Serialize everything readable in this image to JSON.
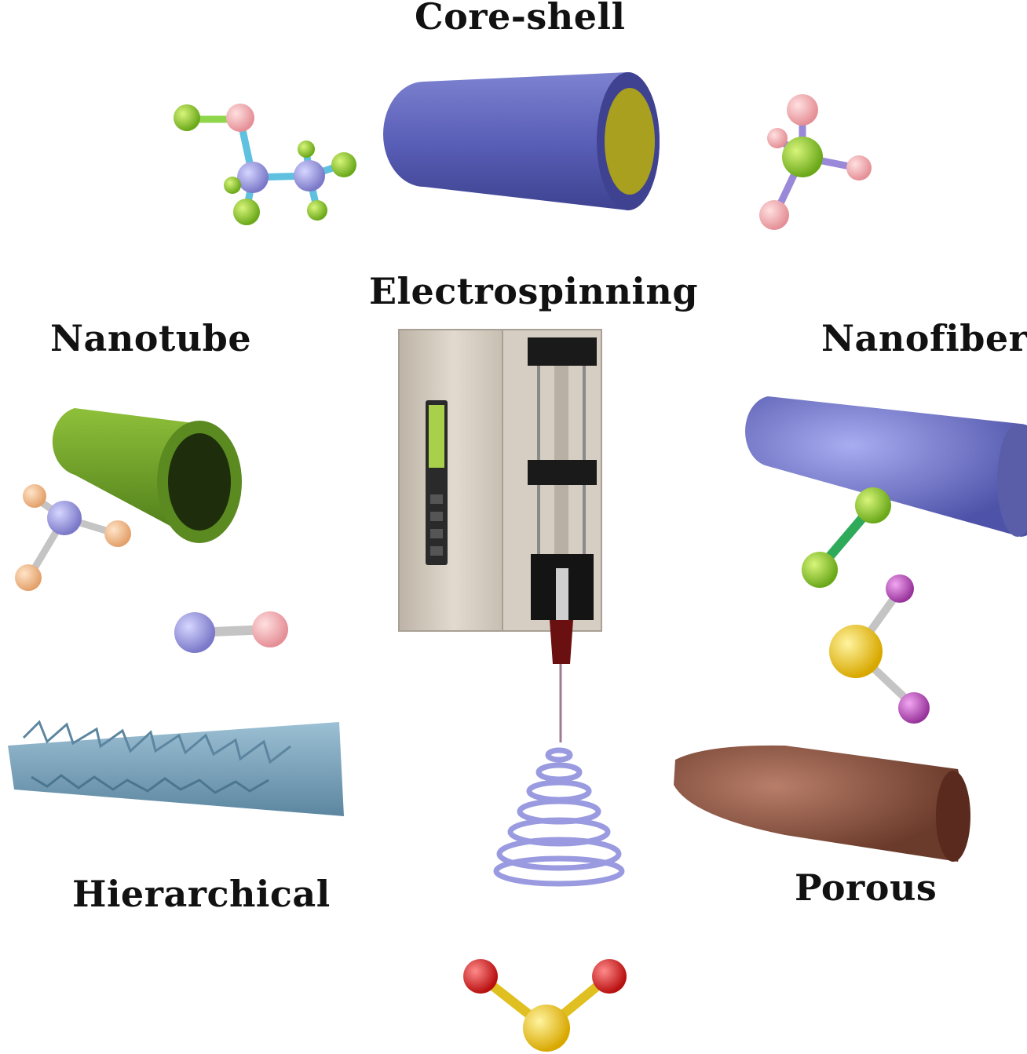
{
  "labels": {
    "core_shell": "Core-shell",
    "electrospinning": "Electrospinning",
    "nanotube": "Nanotube",
    "nanofiber": "Nanofiber",
    "hierarchical": "Hierarchical",
    "porous": "Porous"
  },
  "colors": {
    "core_shell_outer": "#5a5fb8",
    "core_shell_core": "#a8a01e",
    "nanotube": "#6a9a2a",
    "nanofiber": "#6a6fc0",
    "hierarchical": "#7fa6be",
    "porous": "#7a4a3a",
    "spiral": "#9a9ae0",
    "device_body": "#d2c9bd"
  }
}
